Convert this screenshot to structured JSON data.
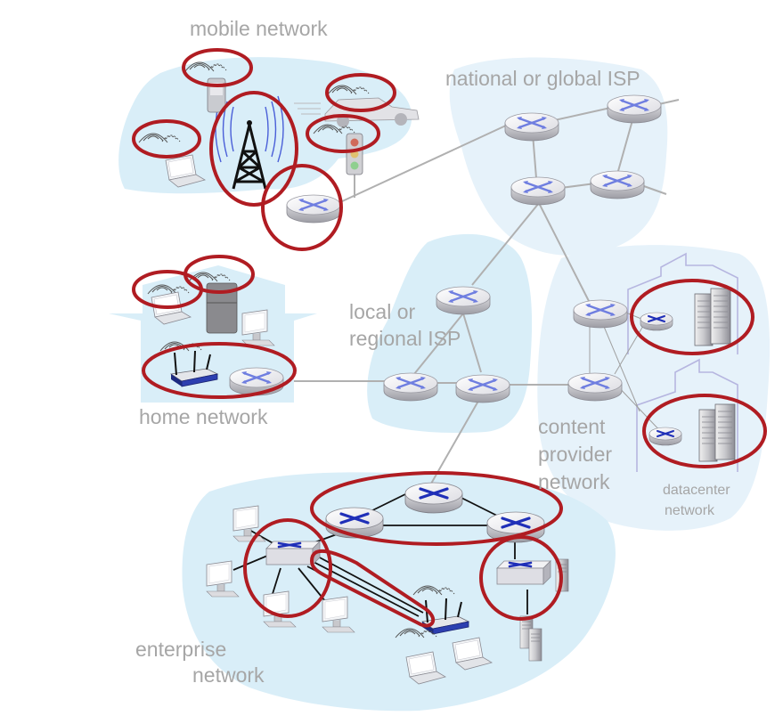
{
  "labels": {
    "mobile_network": "mobile network",
    "national_isp": "national or global ISP",
    "local_isp_1": "local or",
    "local_isp_2": "regional ISP",
    "home_network": "home network",
    "content_provider_1": "content",
    "content_provider_2": "provider",
    "content_provider_3": "network",
    "datacenter_1": "datacenter",
    "datacenter_2": "network",
    "enterprise_1": "enterprise",
    "enterprise_2": "network"
  },
  "colors": {
    "region_fill": "#d9eef8",
    "region_fill_light": "#e8f4fb",
    "highlight": "#b01c22",
    "router_top": "#f4f4f6",
    "router_mark": "#5a6fd8",
    "router_mark_dark": "#1a2bb5",
    "link": "#b0b0b0",
    "label": "#a6a6a6"
  },
  "icons": [
    "router-icon",
    "cell-tower-icon",
    "laptop-icon",
    "phone-icon",
    "car-icon",
    "traffic-light-icon",
    "fridge-icon",
    "monitor-icon",
    "wifi-router-icon",
    "switch-icon",
    "server-icon",
    "server-rack-icon",
    "wireless-icon"
  ]
}
